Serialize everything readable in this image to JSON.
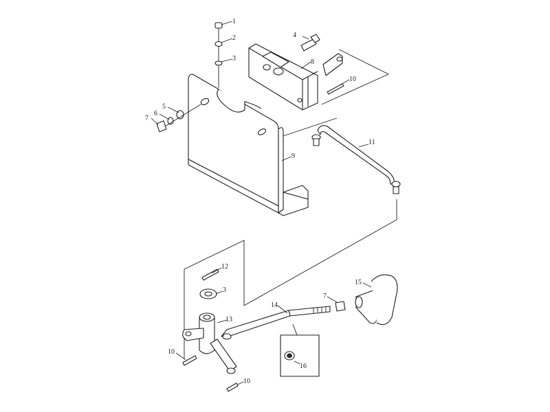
{
  "diagram": {
    "callouts": [
      {
        "id": "c1",
        "text": "1"
      },
      {
        "id": "c2",
        "text": "2"
      },
      {
        "id": "c3a",
        "text": "3"
      },
      {
        "id": "c4",
        "text": "4"
      },
      {
        "id": "c5",
        "text": "5"
      },
      {
        "id": "c6",
        "text": "6"
      },
      {
        "id": "c7a",
        "text": "7"
      },
      {
        "id": "c8",
        "text": "8"
      },
      {
        "id": "c9",
        "text": "9"
      },
      {
        "id": "c10a",
        "text": "10"
      },
      {
        "id": "c11",
        "text": "11"
      },
      {
        "id": "c12",
        "text": "12"
      },
      {
        "id": "c3b",
        "text": "3"
      },
      {
        "id": "c13",
        "text": "13"
      },
      {
        "id": "c14",
        "text": "14"
      },
      {
        "id": "c7b",
        "text": "7"
      },
      {
        "id": "c15",
        "text": "15"
      },
      {
        "id": "c10b",
        "text": "10"
      },
      {
        "id": "c16",
        "text": "16"
      },
      {
        "id": "c10c",
        "text": "10"
      }
    ]
  }
}
